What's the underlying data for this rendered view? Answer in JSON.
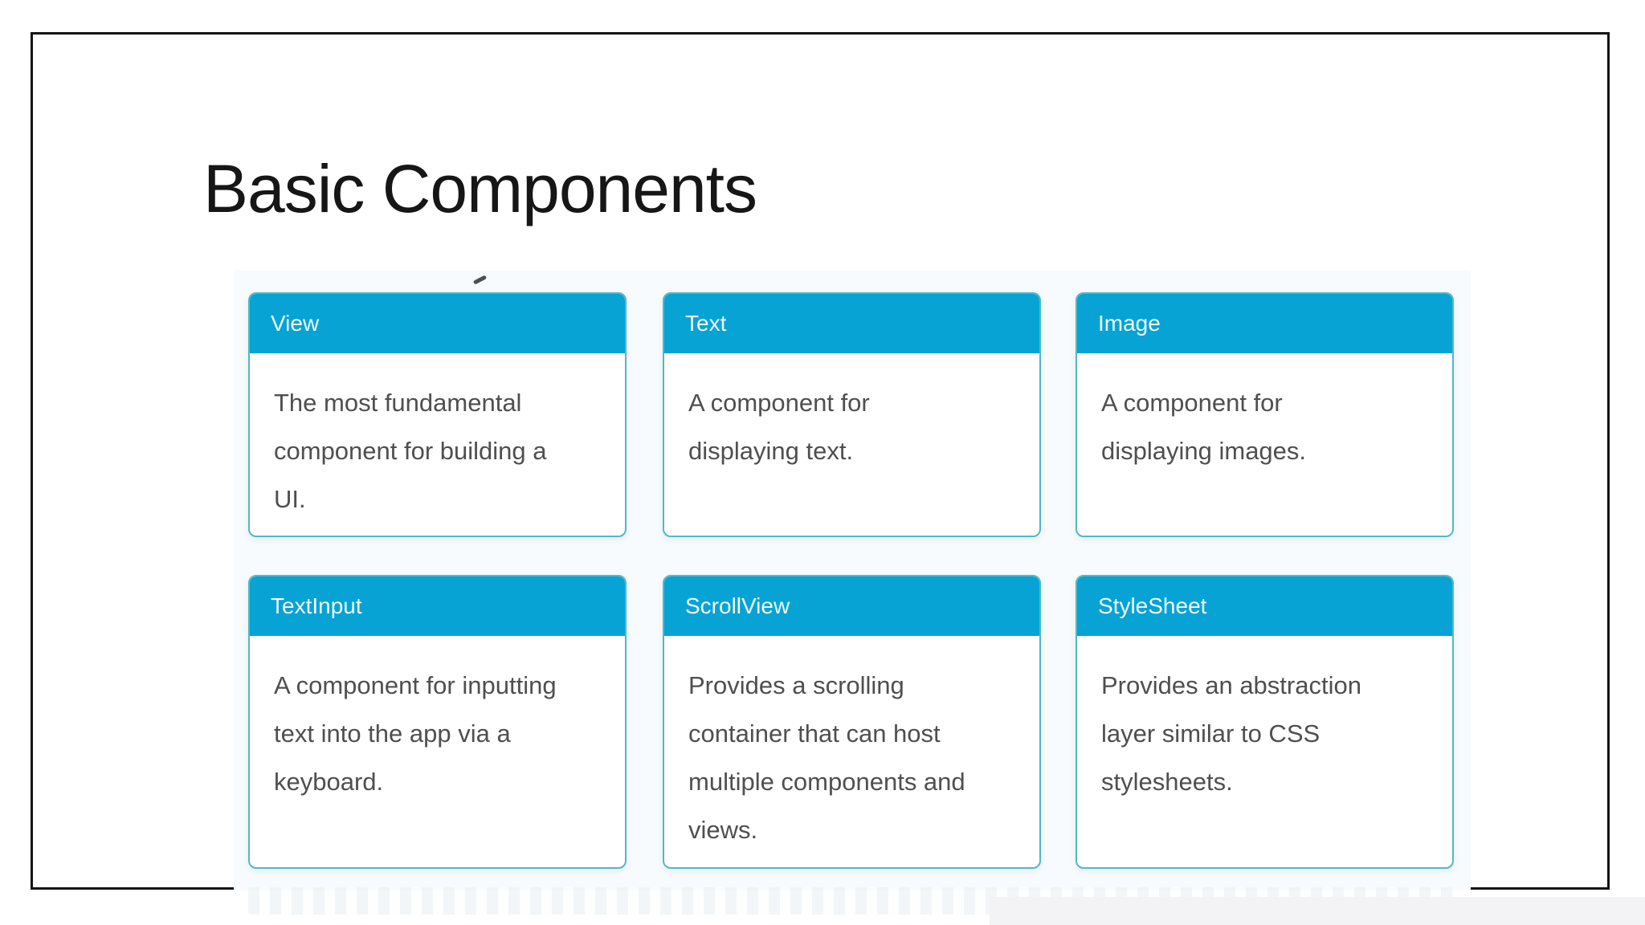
{
  "slide": {
    "title": "Basic Components"
  },
  "cards": [
    {
      "title": "View",
      "description": "The most fundamental\ncomponent for building a\nUI."
    },
    {
      "title": "Text",
      "description": "A component for\ndisplaying text."
    },
    {
      "title": "Image",
      "description": "A component for\ndisplaying images."
    },
    {
      "title": "TextInput",
      "description": "A component for inputting\ntext into the app via a\nkeyboard."
    },
    {
      "title": "ScrollView",
      "description": "Provides a scrolling\ncontainer that can host\nmultiple components and\nviews."
    },
    {
      "title": "StyleSheet",
      "description": "Provides an abstraction\nlayer similar to CSS\nstylesheets."
    }
  ],
  "colors": {
    "accent": "#06a3d4",
    "card_border": "#55b7c6",
    "header_text": "#f0fbff",
    "body_text": "#4f4f4f",
    "title_text": "#161616",
    "slide_border": "#141414",
    "panel_bg": "#f7fbfd"
  }
}
